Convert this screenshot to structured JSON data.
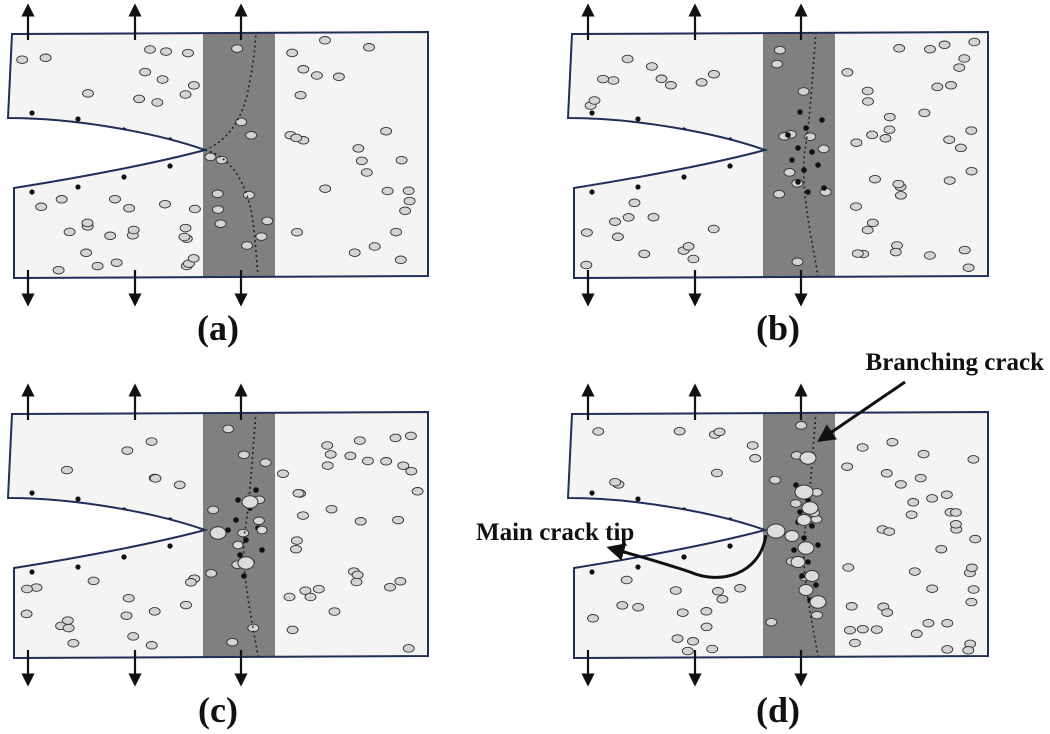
{
  "figure": {
    "panels": [
      {
        "id": "a",
        "label": "(a)",
        "stage": 1
      },
      {
        "id": "b",
        "label": "(b)",
        "stage": 2
      },
      {
        "id": "c",
        "label": "(c)",
        "stage": 3
      },
      {
        "id": "d",
        "label": "(d)",
        "stage": 4
      }
    ],
    "annotations": {
      "branching": "Branching crack",
      "main_tip": "Main crack tip"
    },
    "colors": {
      "specimen_fill": "#f4f4f4",
      "specimen_stroke": "#1f2f5a",
      "process_zone": "#808080",
      "void_fill": "#d4d4d4",
      "particle": "#111111",
      "arrow": "#111111"
    },
    "icons": [
      "load-arrow-up-icon",
      "load-arrow-down-icon"
    ]
  }
}
